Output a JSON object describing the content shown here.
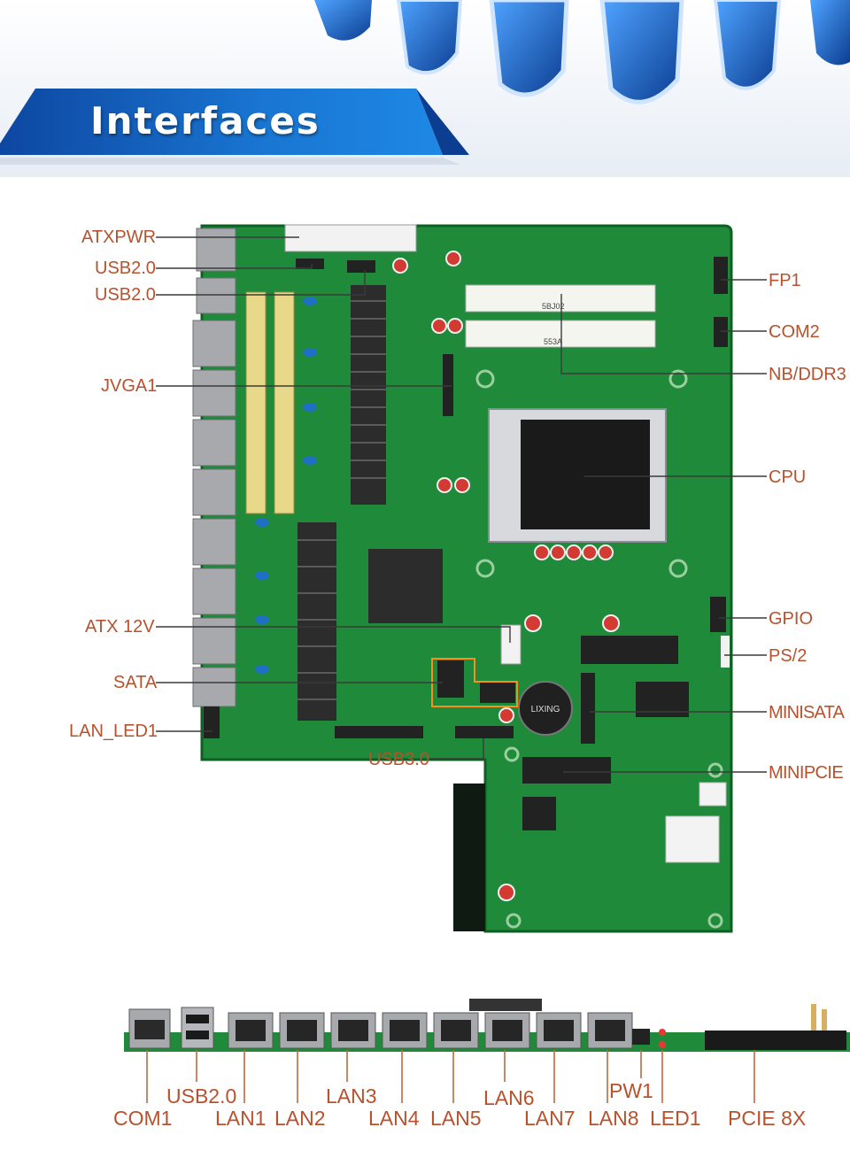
{
  "header": {
    "title": "Interfaces"
  },
  "board_labels": {
    "left": [
      "ATXPWR",
      "USB2.0",
      "USB2.0",
      "JVGA1",
      "ATX 12V",
      "SATA",
      "LAN_LED1",
      "USB3.0"
    ],
    "right": [
      "FP1",
      "COM2",
      "NB/DDR3",
      "CPU",
      "GPIO",
      "PS/2",
      "MINISATA",
      "MINIPCIE"
    ]
  },
  "io_labels": [
    "COM1",
    "USB2.0",
    "LAN1",
    "LAN2",
    "LAN3",
    "LAN4",
    "LAN5",
    "LAN6",
    "LAN7",
    "PW1",
    "LAN8",
    "LED1",
    "PCIE 8X"
  ],
  "chip_marks": {
    "slot_top": "5BJ02",
    "slot_bottom": "553A",
    "battery": "LIXING"
  },
  "colors": {
    "label": "#b8512d",
    "leader": "#3a3a3a",
    "pcb": "#1f8a3a",
    "banner_blue": "#1565c0",
    "shield": "#1e6ad1"
  }
}
